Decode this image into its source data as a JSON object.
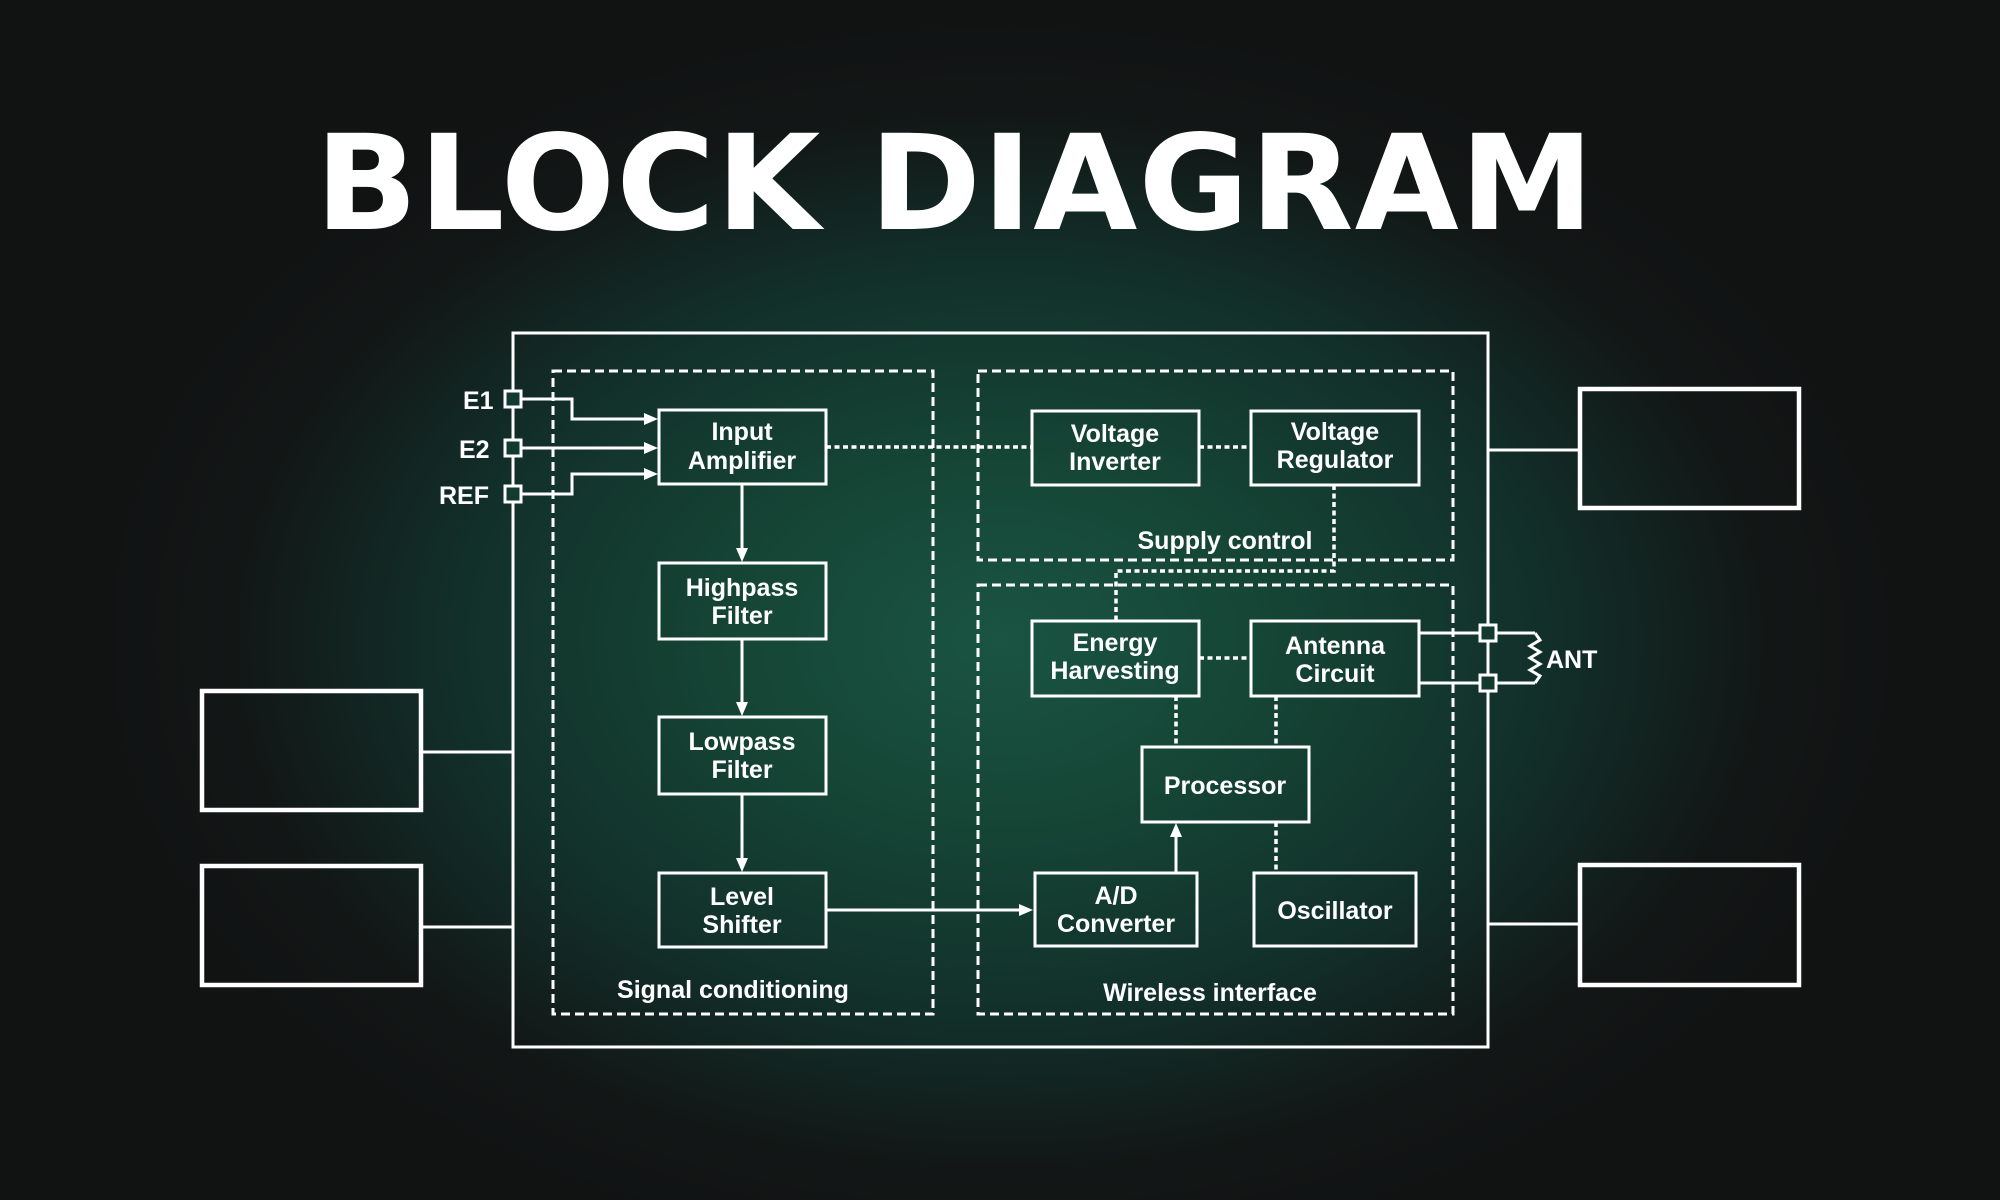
{
  "title": "BLOCK DIAGRAM",
  "colors": {
    "background_center": "#1a5443",
    "background_edge": "#111313",
    "line": "#ffffff"
  },
  "inputs": {
    "e1": "E1",
    "e2": "E2",
    "ref": "REF"
  },
  "antenna_label": "ANT",
  "groups": {
    "signal_conditioning": "Signal conditioning",
    "supply_control": "Supply control",
    "wireless_interface": "Wireless interface"
  },
  "blocks": {
    "input_amplifier": [
      "Input",
      "Amplifier"
    ],
    "highpass_filter": [
      "Highpass",
      "Filter"
    ],
    "lowpass_filter": [
      "Lowpass",
      "Filter"
    ],
    "level_shifter": [
      "Level",
      "Shifter"
    ],
    "voltage_inverter": [
      "Voltage",
      "Inverter"
    ],
    "voltage_regulator": [
      "Voltage",
      "Regulator"
    ],
    "energy_harvesting": [
      "Energy",
      "Harvesting"
    ],
    "antenna_circuit": [
      "Antenna",
      "Circuit"
    ],
    "processor": [
      "Processor"
    ],
    "ad_converter": [
      "A/D",
      "Converter"
    ],
    "oscillator": [
      "Oscillator"
    ]
  },
  "external_blocks": {
    "left_top": "",
    "left_bottom": "",
    "right_top": "",
    "right_bottom": ""
  }
}
